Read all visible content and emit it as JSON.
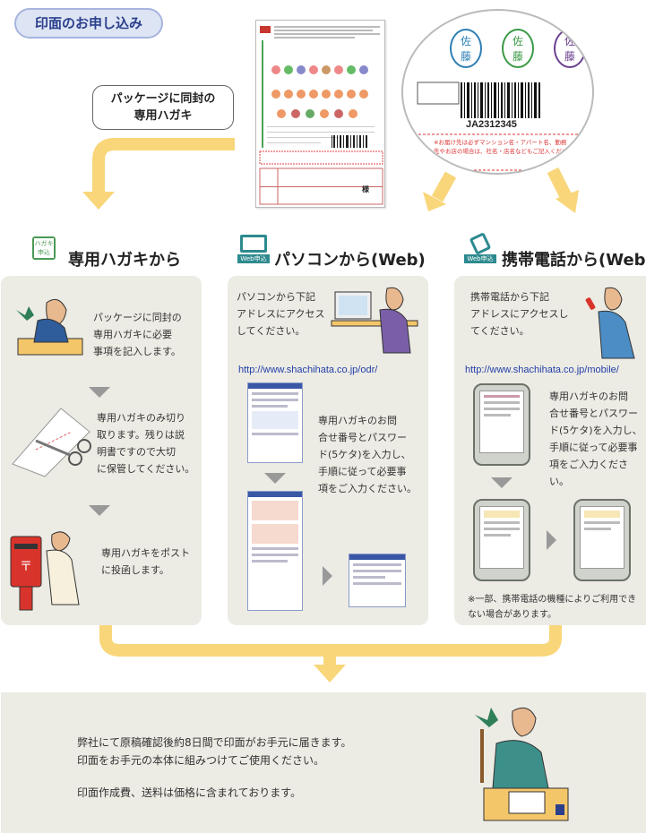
{
  "title": "印面のお申し込み",
  "callout": {
    "line1": "パッケージに同封の",
    "line2": "専用ハガキ"
  },
  "postcard": {
    "code": "JA2312345",
    "stamps": [
      "佐",
      "佐",
      "佐"
    ],
    "stamp_sub": [
      "藤",
      "藤",
      "藤"
    ],
    "notice": "※お届け先は必ずマンション名・アパート名、勤務先やお店の場合は、社名・店名などもご記入ください。",
    "seal_label": "様"
  },
  "columns": {
    "postcard": {
      "heading": "専用ハガキから",
      "badge_line1": "ハガキ",
      "badge_line2": "申込",
      "steps": [
        [
          "パッケージに同封の",
          "専用ハガキに必要",
          "事項を記入します。"
        ],
        [
          "専用ハガキのみ切り",
          "取ります。残りは説",
          "明書ですので大切",
          "に保管してください。"
        ],
        [
          "専用ハガキをポスト",
          "に投函します。"
        ]
      ]
    },
    "pc": {
      "heading": "パソコンから(Web)",
      "badge_label": "Web申込",
      "intro": [
        "パソコンから下記",
        "アドレスにアクセス",
        "してください。"
      ],
      "url": "http://www.shachihata.co.jp/odr/",
      "step": [
        "専用ハガキのお問",
        "合せ番号とパスワー",
        "ド(5ケタ)を入力し、",
        "手順に従って必要事",
        "項をご入力ください。"
      ]
    },
    "mobile": {
      "heading": "携帯電話から(Web)",
      "badge_label": "Web申込",
      "intro": [
        "携帯電話から下記",
        "アドレスにアクセスし",
        "てください。"
      ],
      "url": "http://www.shachihata.co.jp/mobile/",
      "step": [
        "専用ハガキのお問",
        "合せ番号とパスワー",
        "ド(5ケタ)を入力し、",
        "手順に従って必要事",
        "項をご入力ください。"
      ],
      "note": [
        "※一部、携帯電話の機種によりご利用でき",
        "ない場合があります。"
      ]
    }
  },
  "bottom": {
    "line1": "弊社にて原稿確認後約8日間で印面がお手元に届きます。",
    "line2": "印面をお手元の本体に組みつけてご使用ください。",
    "line3": "印面作成費、送料は価格に含まれております。"
  },
  "colors": {
    "arrow": "#f8d679",
    "panel": "#ecebe4",
    "badge_green": "#4a9a54",
    "badge_teal": "#2d8a8f",
    "title_text": "#2b3f8c",
    "url": "#2340a8"
  }
}
